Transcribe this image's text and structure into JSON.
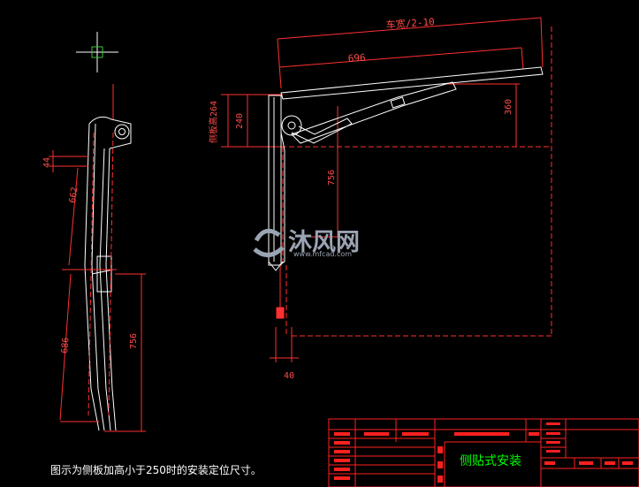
{
  "dimensions": {
    "car_width": "车宽/2-10",
    "d696": "696",
    "side_height": "侧板高264",
    "d240": "240",
    "d360": "360",
    "d756_right": "756",
    "d40": "40",
    "d44": "44",
    "d662": "662",
    "d686": "686",
    "d756_left": "756"
  },
  "watermark": {
    "brand": "沐风网",
    "url": "www.mfcad.com"
  },
  "title_block": {
    "drawing_name": "侧贴式安装"
  },
  "caption": "图示为侧板加高小于250时的安装定位尺寸。",
  "colors": {
    "background": "#000000",
    "dimension": "#ff3030",
    "outline": "#ffffff",
    "title_text": "#00ff00",
    "frame": "#ff2020"
  }
}
